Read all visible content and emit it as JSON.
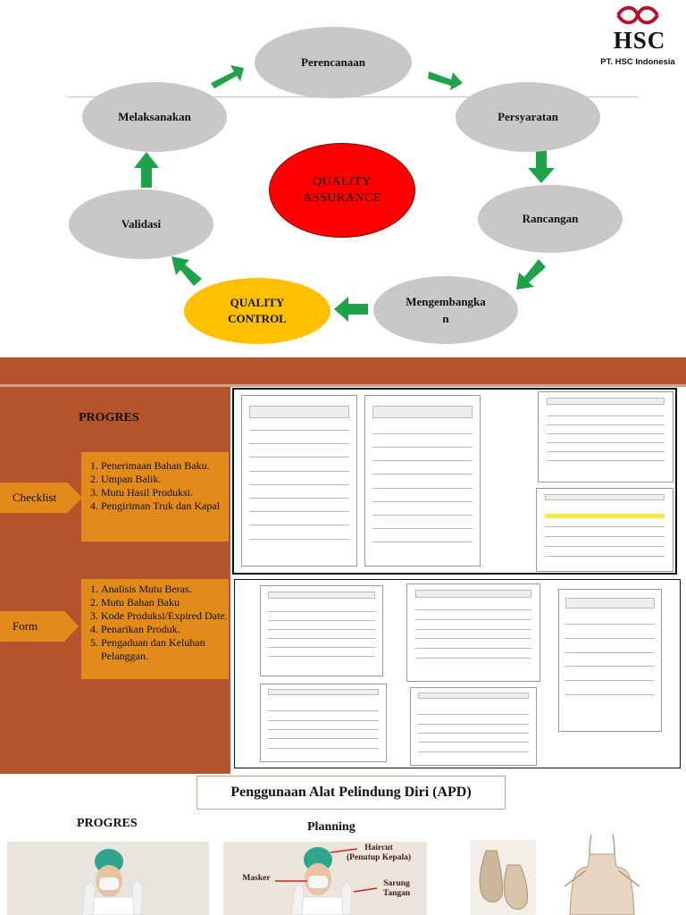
{
  "brand": {
    "logo_text": "HSC",
    "company": "PT. HSC Indonesia",
    "logo_color": "#b5122b"
  },
  "cycle": {
    "center": "QUALITY\nASSURANCE",
    "quality_control": "QUALITY\nCONTROL",
    "steps": [
      "Perencanaan",
      "Persyaratan",
      "Rancangan",
      "Mengembangka\nn",
      "Validasi",
      "Melaksanakan"
    ],
    "colors": {
      "ellipse": "#c8c8c8",
      "qa": "#ff0000",
      "qc": "#ffc000",
      "arrow": "#1ea34a"
    }
  },
  "progress": {
    "title": "PROGRES",
    "checklist": {
      "label": "Checklist",
      "items": [
        "Penerimaan Bahan Baku.",
        "Umpan Balik.",
        "Mutu Hasil Produksi.",
        "Pengiriman Truk dan Kapal"
      ]
    },
    "form": {
      "label": "Form",
      "items": [
        "Analisis Mutu Beras.",
        "Mutu Bahan Baku",
        "Kode Produksi/Expired Date.",
        "Penarikan Produk.",
        "Pengaduan dan Keluhan Pelanggan."
      ]
    },
    "colors": {
      "panel": "#b5542a",
      "box": "#e28a1a"
    }
  },
  "apd": {
    "title": "Penggunaan Alat Pelindung Diri (APD)",
    "progress_label": "PROGRES",
    "planning_label": "Planning",
    "annotations": {
      "haircut": "Haircut\n(Penutup Kepala)",
      "masker": "Masker",
      "gloves": "Sarung\nTangan"
    }
  }
}
